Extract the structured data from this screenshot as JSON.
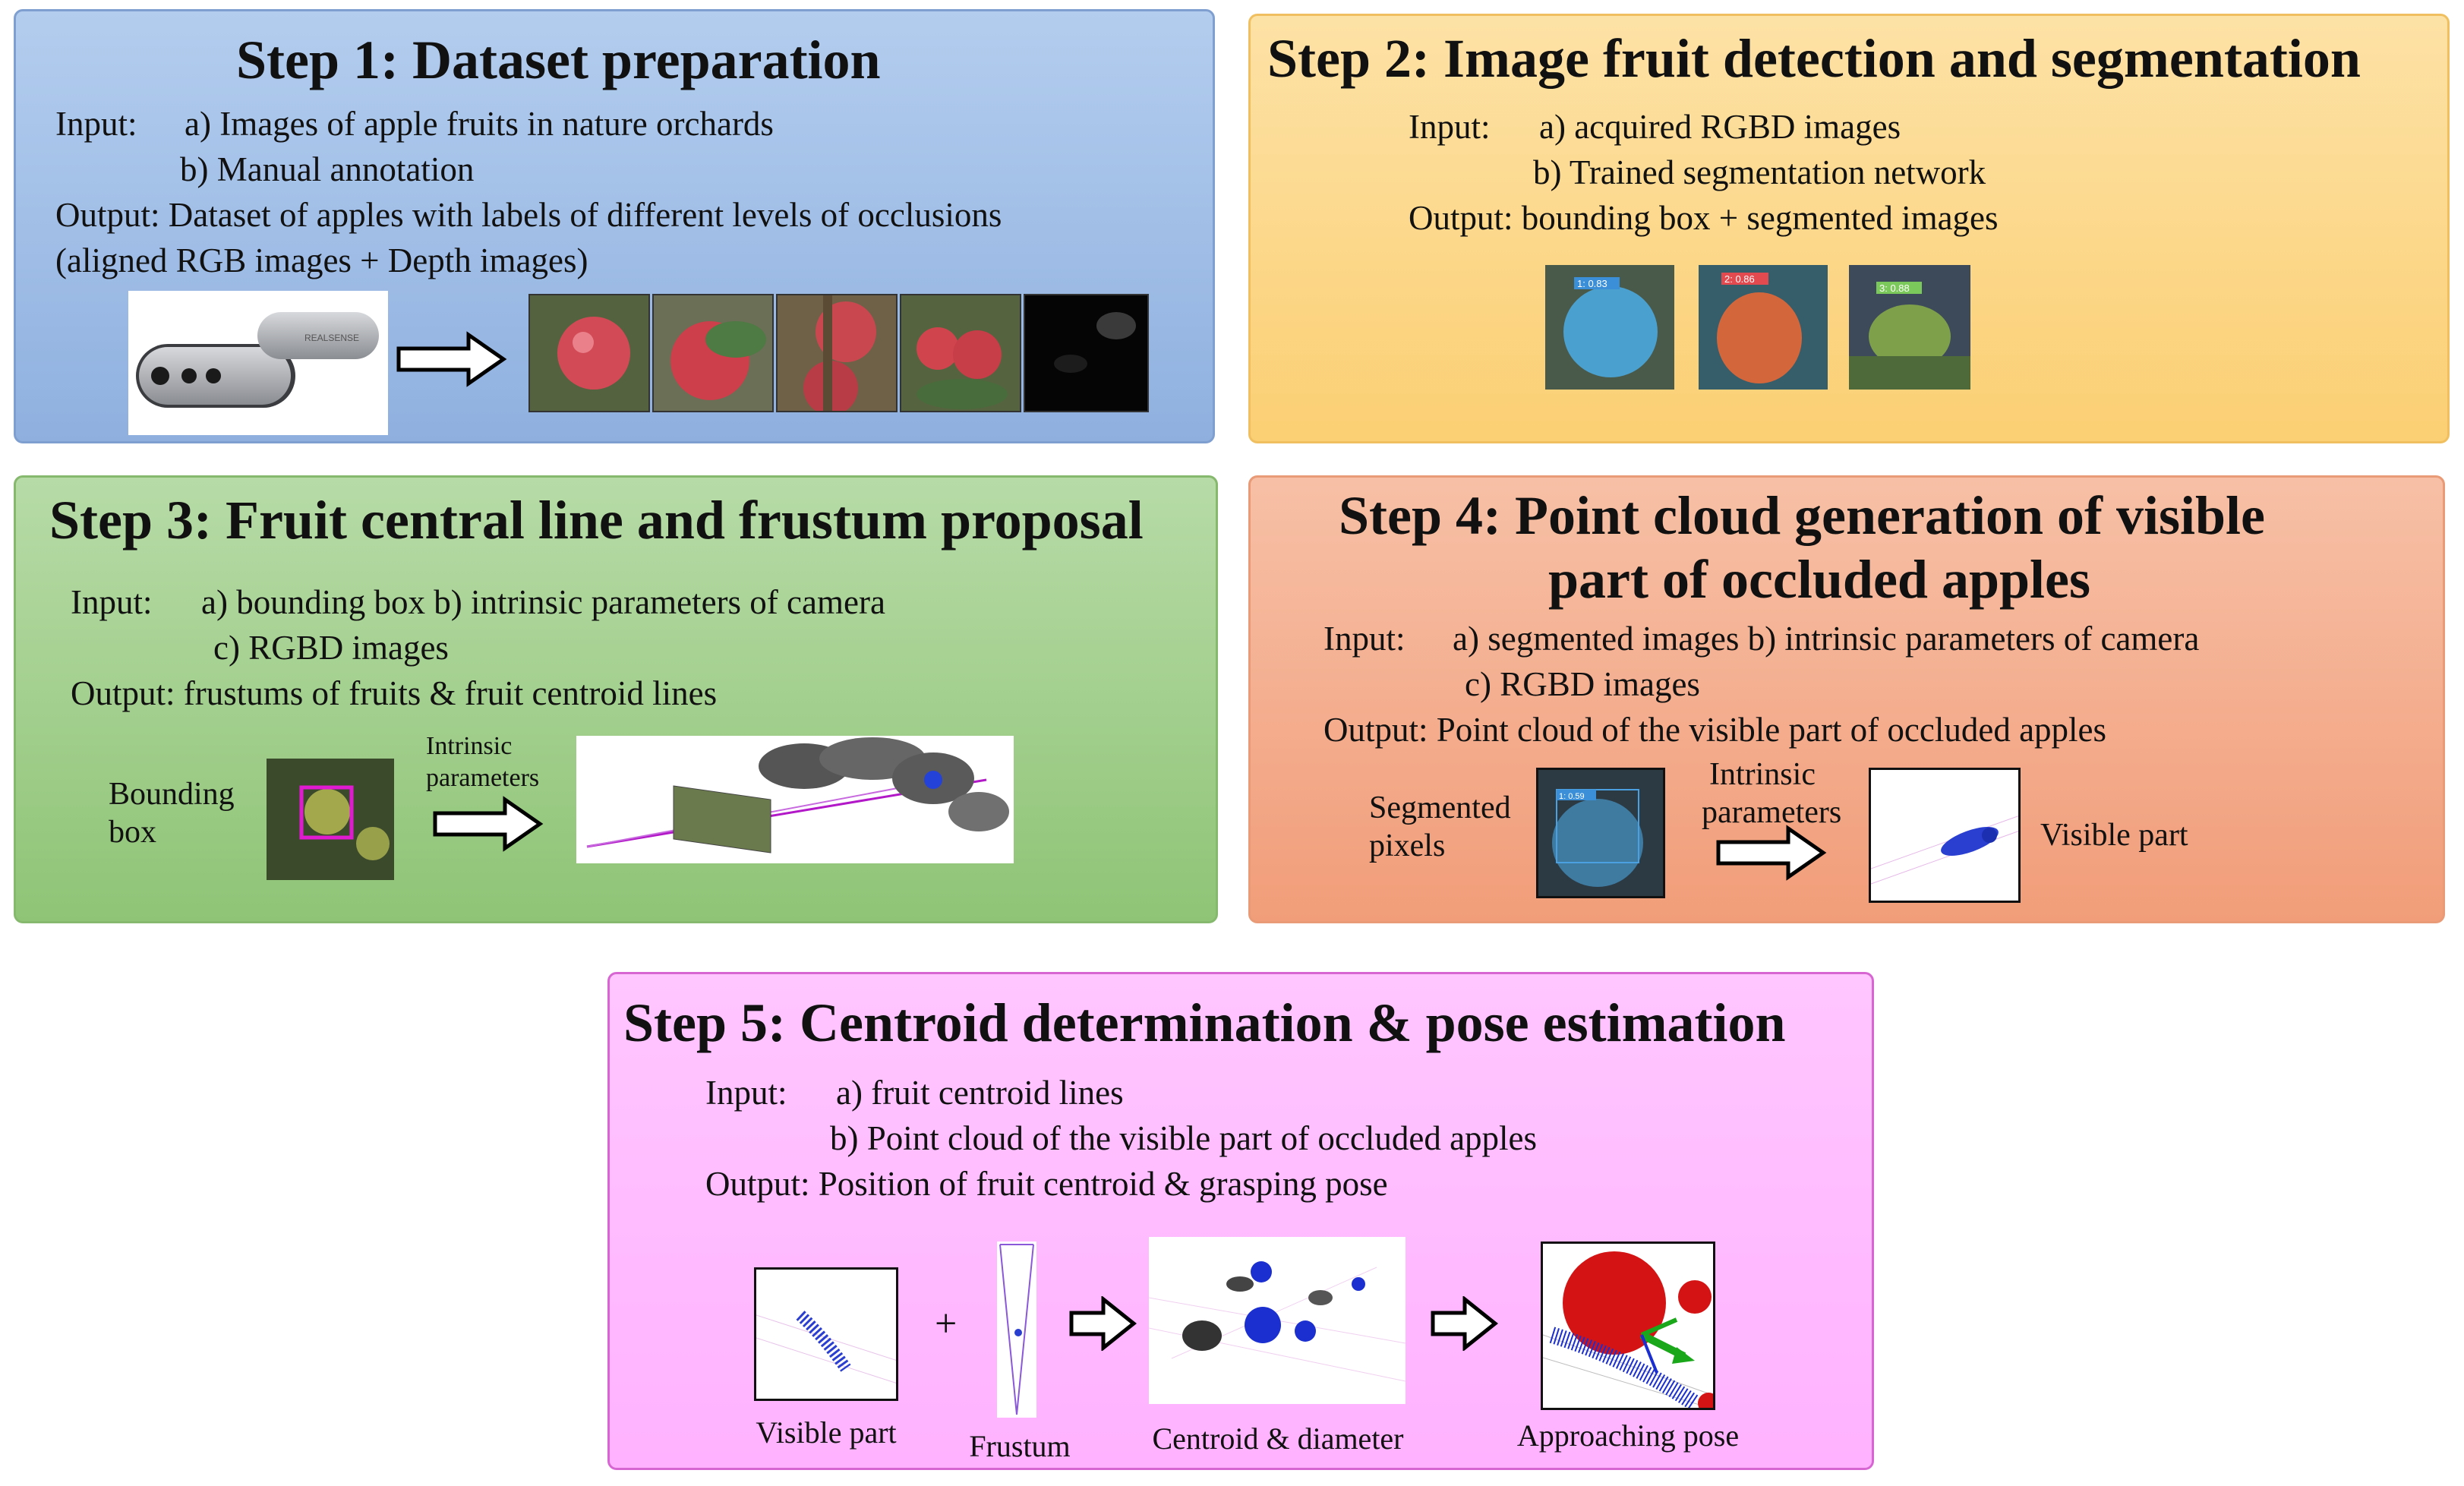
{
  "step1": {
    "title": "Step 1: Dataset preparation",
    "input_label": "Input:",
    "input_a": "a) Images of apple fruits in nature orchards",
    "input_b": "b) Manual annotation",
    "output": "Output: Dataset of apples with labels of different levels of occlusions",
    "output_2": "(aligned RGB images + Depth images)",
    "camera_brand": "REALSENSE"
  },
  "step2": {
    "title": "Step 2: Image fruit detection and segmentation",
    "input_label": "Input:",
    "input_a": "a) acquired RGBD images",
    "input_b": "b) Trained segmentation network",
    "output": "Output: bounding box + segmented images",
    "det_labels": [
      "1: 0.83",
      "2: 0.86",
      "3: 0.88"
    ]
  },
  "step3": {
    "title": "Step 3: Fruit central line and frustum proposal",
    "input_label": "Input:",
    "input_ab": "a) bounding box  b) intrinsic parameters of camera",
    "input_c": "c) RGBD images",
    "output": "Output: frustums of fruits & fruit centroid lines",
    "label_bbox_1": "Bounding",
    "label_bbox_2": "box",
    "label_intr_1": "Intrinsic",
    "label_intr_2": "parameters"
  },
  "step4": {
    "title_1": "Step 4: Point cloud generation of visible",
    "title_2": "part of occluded apples",
    "input_label": "Input:",
    "input_ab": "a) segmented images  b) intrinsic parameters of camera",
    "input_c": "c) RGBD images",
    "output": "Output: Point cloud of the visible part of occluded apples",
    "label_seg_1": "Segmented",
    "label_seg_2": "pixels",
    "label_intr_1": "Intrinsic",
    "label_intr_2": "parameters",
    "label_visible": "Visible part",
    "seg_label": "1: 0.59"
  },
  "step5": {
    "title": "Step 5: Centroid determination & pose estimation",
    "input_label": "Input:",
    "input_a": "a) fruit centroid lines",
    "input_b": "b) Point cloud of the visible part of occluded apples",
    "output": "Output: Position of fruit centroid & grasping pose",
    "plus": "+",
    "cap_visible": "Visible part",
    "cap_frustum": "Frustum",
    "cap_centroid": "Centroid & diameter",
    "cap_pose": "Approaching pose"
  },
  "colors": {
    "step1": "#9dbbe5",
    "step2": "#fcd585",
    "step3": "#a3cf8e",
    "step4": "#f3ad8c",
    "step5": "#ffbbff"
  }
}
